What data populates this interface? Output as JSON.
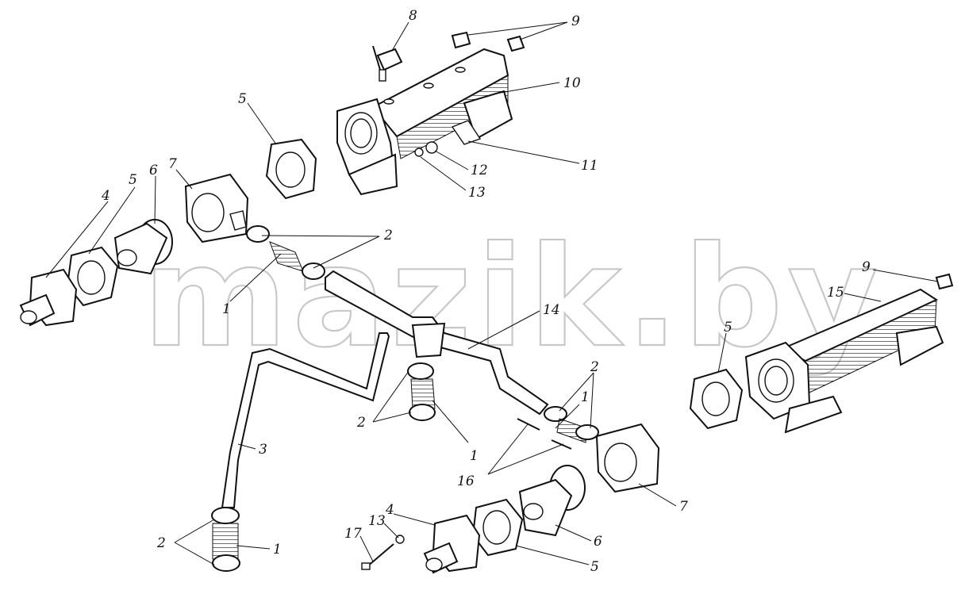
{
  "watermark": "mazik.by",
  "callouts": [
    {
      "id": "c8-top",
      "text": "8"
    },
    {
      "id": "c9-top",
      "text": "9"
    },
    {
      "id": "c10",
      "text": "10"
    },
    {
      "id": "c11",
      "text": "11"
    },
    {
      "id": "c12",
      "text": "12"
    },
    {
      "id": "c13-mid",
      "text": "13"
    },
    {
      "id": "c5-top",
      "text": "5"
    },
    {
      "id": "c7-left",
      "text": "7"
    },
    {
      "id": "c6-left",
      "text": "6"
    },
    {
      "id": "c5-left",
      "text": "5"
    },
    {
      "id": "c4-left",
      "text": "4"
    },
    {
      "id": "c2-top",
      "text": "2"
    },
    {
      "id": "c1-top",
      "text": "1"
    },
    {
      "id": "c14",
      "text": "14"
    },
    {
      "id": "c9-right",
      "text": "9"
    },
    {
      "id": "c15",
      "text": "15"
    },
    {
      "id": "c5-right",
      "text": "5"
    },
    {
      "id": "c2-mid",
      "text": "2"
    },
    {
      "id": "c1-mid",
      "text": "1"
    },
    {
      "id": "c3",
      "text": "3"
    },
    {
      "id": "c2-right",
      "text": "2"
    },
    {
      "id": "c1-right",
      "text": "1"
    },
    {
      "id": "c16",
      "text": "16"
    },
    {
      "id": "c7-right",
      "text": "7"
    },
    {
      "id": "c6-right",
      "text": "6"
    },
    {
      "id": "c5-bottom",
      "text": "5"
    },
    {
      "id": "c4-bottom",
      "text": "4"
    },
    {
      "id": "c13-bottom",
      "text": "13"
    },
    {
      "id": "c17",
      "text": "17"
    },
    {
      "id": "c2-bottom",
      "text": "2"
    },
    {
      "id": "c1-bottom",
      "text": "1"
    }
  ]
}
